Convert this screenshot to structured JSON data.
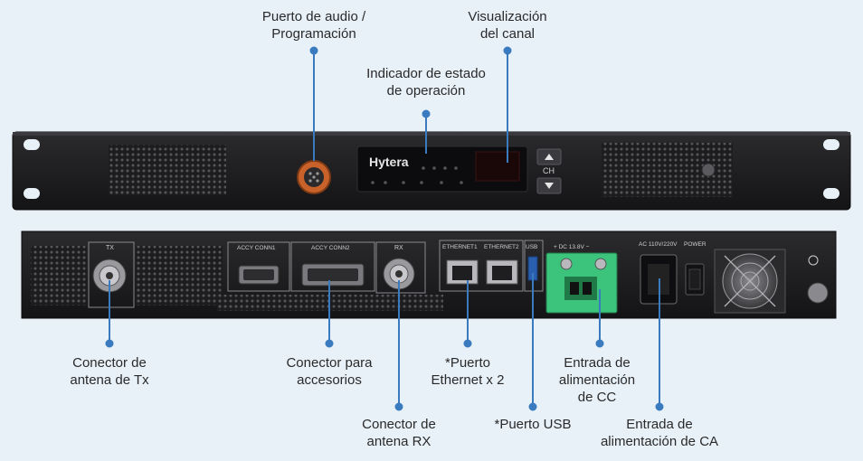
{
  "labels": {
    "audio_port": [
      "Puerto de audio /",
      "Programación"
    ],
    "channel_display": [
      "Visualización",
      "del canal"
    ],
    "status_indicator": [
      "Indicador de estado",
      "de operación"
    ],
    "tx_antenna": [
      "Conector de",
      "antena de Tx"
    ],
    "accessory_connector": [
      "Conector para",
      "accesorios"
    ],
    "rx_antenna": [
      "Conector de",
      "antena RX"
    ],
    "ethernet": [
      "*Puerto",
      "Ethernet x 2"
    ],
    "usb": [
      "*Puerto USB"
    ],
    "dc_input": [
      "Entrada de",
      "alimentación",
      "de CC"
    ],
    "ac_input": [
      "Entrada de",
      "alimentación de CA"
    ]
  },
  "front_panel": {
    "brand": "Hytera",
    "channel_button": "CH"
  },
  "rear_panel": {
    "tx": "TX",
    "accy_conn1": "ACCY CONN1",
    "accy_conn2": "ACCY CONN2",
    "rx": "RX",
    "ethernet1": "ETHERNET1",
    "ethernet2": "ETHERNET2",
    "usb": "USB",
    "dc": "+  DC 13.8V  −",
    "ac": "AC  110V/220V",
    "power": "POWER"
  },
  "colors": {
    "background": "#e8f0f8",
    "leader": "#3a7bbf",
    "chassis": "#1b1b1d",
    "dc_terminal": "#3cc47c",
    "audio_port": "#c8622a"
  }
}
